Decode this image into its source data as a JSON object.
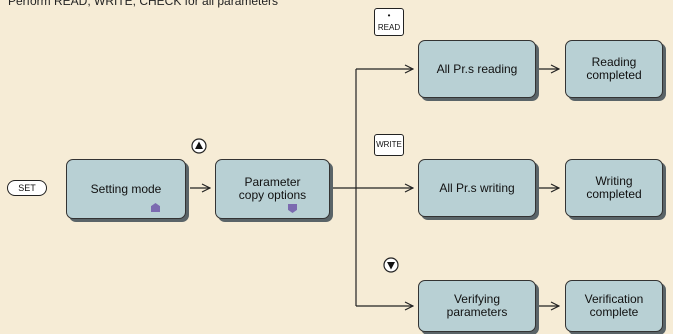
{
  "caption": "Perform READ, WRITE, CHECK for all parameters",
  "keys": {
    "set": "SET",
    "read": "READ",
    "read_dot": "•",
    "write": "WRITE"
  },
  "boxes": {
    "setting_mode": "Setting mode",
    "parameter_copy": "Parameter\ncopy options",
    "all_reading": "All Pr.s reading",
    "reading_completed": "Reading\ncompleted",
    "all_writing": "All Pr.s writing",
    "writing_completed": "Writing\ncompleted",
    "verifying": "Verifying\nparameters",
    "verification_complete": "Verification\ncomplete"
  },
  "colors": {
    "box_fill": "#b8d0d4",
    "marker": "#7b6ab0",
    "background": "#f6ecd6"
  },
  "icons": {
    "up_button": "up-triangle-button-icon",
    "down_button": "down-triangle-button-icon",
    "house_marker": "house-marker-icon",
    "shield_marker": "shield-marker-icon"
  }
}
